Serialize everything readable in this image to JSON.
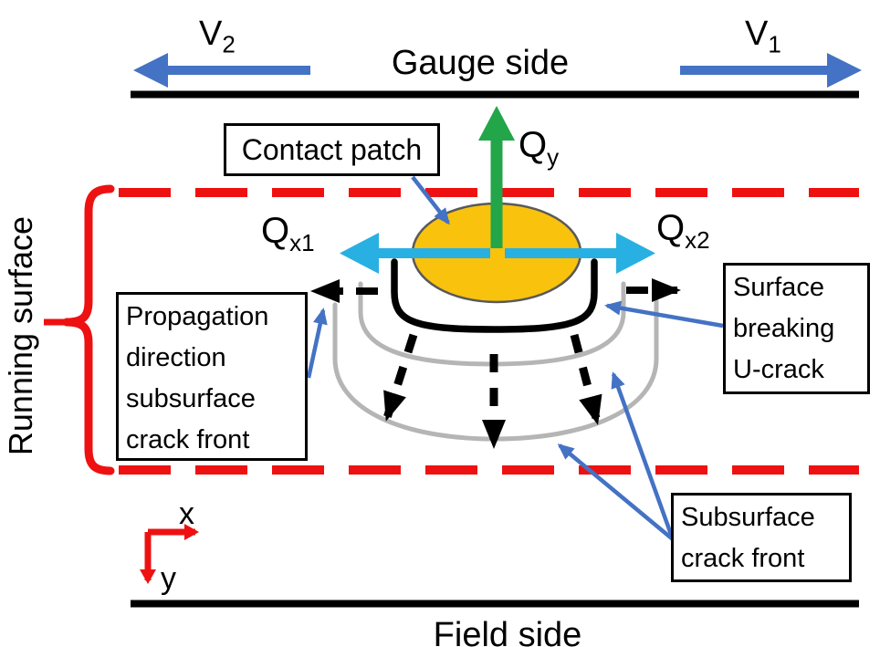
{
  "diagram": {
    "top_boundary_label": "Gauge side",
    "bottom_boundary_label": "Field side",
    "left_rotated_label": "Running surface",
    "velocities": {
      "v1": {
        "base": "V",
        "sub": "1"
      },
      "v2": {
        "base": "V",
        "sub": "2"
      }
    },
    "forces": {
      "qy": {
        "base": "Q",
        "sub": "y"
      },
      "qx1": {
        "base": "Q",
        "sub": "x1"
      },
      "qx2": {
        "base": "Q",
        "sub": "x2"
      }
    },
    "axes": {
      "x": "x",
      "y": "y"
    },
    "callouts": {
      "contact_patch": "Contact patch",
      "propagation": "Propagation direction subsurface crack front",
      "surface_breaking": "Surface breaking U-crack",
      "subsurface": "Subsurface crack front"
    }
  },
  "colors": {
    "arrow_blue": "#4472C4",
    "force_green": "#23A649",
    "force_cyan": "#29B0E2",
    "contact_orange": "#F9C20D",
    "contact_outline": "#595959",
    "surface_red": "#EE1111",
    "crack_black": "#000000",
    "subsurface_gray": "#B5B5B5"
  }
}
